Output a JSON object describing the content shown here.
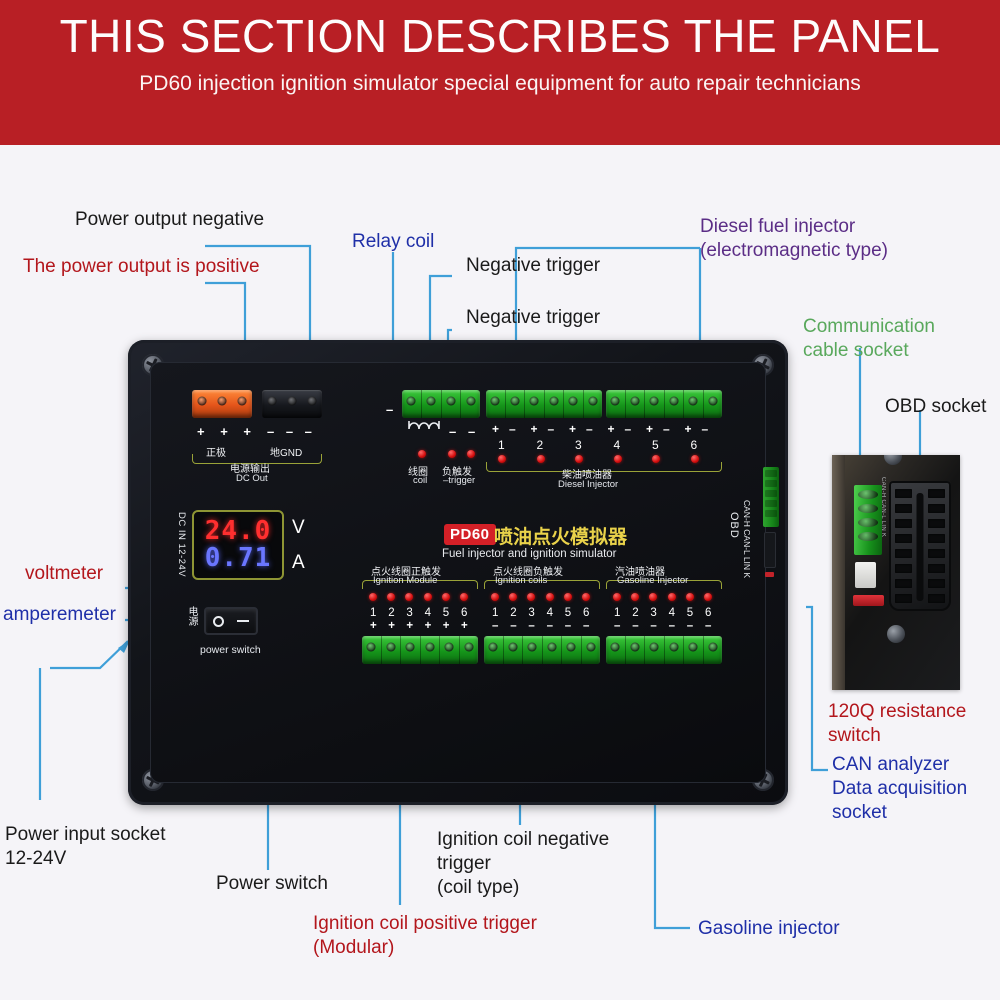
{
  "banner": {
    "title": "THIS SECTION DESCRIBES THE PANEL",
    "subtitle": "PD60 injection ignition simulator special equipment for auto repair technicians",
    "bg_color": "#b81f25",
    "text_color": "#ffffff"
  },
  "device": {
    "brand_badge": "PD60",
    "brand_cn": "喷油点火模拟器",
    "brand_en": "Fuel injector and ignition simulator",
    "dc_out": {
      "positive_signs": "+  +  +",
      "positive_cn": "正极",
      "negative_signs": "–  –  –",
      "negative_cn": "地GND",
      "group_cn": "电源输出",
      "group_en": "DC Out"
    },
    "relay": {
      "minus_left": "–",
      "coil_cn": "线圈",
      "coil_en": "coil",
      "trigger_cn": "负触发",
      "trigger_en": "–trigger",
      "trigger_signs": [
        "–",
        "–"
      ]
    },
    "diesel": {
      "group_cn": "柴油喷油器",
      "group_en": "Diesel Injector",
      "channels": [
        "1",
        "2",
        "3",
        "4",
        "5",
        "6"
      ],
      "pair_signs": [
        "+",
        "–"
      ]
    },
    "meter": {
      "voltage": "24.0",
      "voltage_unit": "V",
      "current": "0.71",
      "current_unit": "A",
      "voltage_color": "#ff2f2f",
      "current_color": "#6a76ff",
      "dc_in_label": "DC IN 12-24V"
    },
    "power": {
      "cn": "电源",
      "en": "power switch"
    },
    "obd_side": {
      "title": "OBD",
      "pins": "CAN-H CAN-L LIN K"
    },
    "bottom_groups": [
      {
        "cn": "点火线圈正触发",
        "en": "Ignition Module",
        "channels": [
          "1",
          "2",
          "3",
          "4",
          "5",
          "6"
        ],
        "sign": "+"
      },
      {
        "cn": "点火线圈负触发",
        "en": "Ignition coils",
        "channels": [
          "1",
          "2",
          "3",
          "4",
          "5",
          "6"
        ],
        "sign": "–"
      },
      {
        "cn": "汽油喷油器",
        "en": "Gasoline Injector",
        "channels": [
          "1",
          "2",
          "3",
          "4",
          "5",
          "6"
        ],
        "sign": "–"
      }
    ]
  },
  "inset": {
    "side_text": "CAN-H CAN-L LIN K"
  },
  "annotations": {
    "power_output_negative": "Power output negative",
    "power_output_positive": "The power output is positive",
    "relay_coil": "Relay coil",
    "negative_trigger_1": "Negative trigger",
    "negative_trigger_2": "Negative trigger",
    "diesel_fuel_injector": "Diesel fuel injector\n(electromagnetic type)",
    "communication_cable_socket": "Communication\ncable socket",
    "obd_socket": "OBD socket",
    "voltmeter": "voltmeter",
    "amperemeter": "amperemeter",
    "power_input_socket": "Power input socket\n12-24V",
    "power_switch": "Power switch",
    "ignition_coil_positive_trigger": "Ignition coil positive trigger\n(Modular)",
    "ignition_coil_negative_trigger": "Ignition coil negative\ntrigger\n(coil type)",
    "gasoline_injector": "Gasoline injector",
    "resistance_switch": "120Q resistance\nswitch",
    "can_analyzer": "CAN analyzer\nData acquisition\nsocket"
  },
  "colors": {
    "lead_line": "#3f9fd8",
    "black": "#1a1a1a",
    "red": "#b3161c",
    "blue": "#1f2fa8",
    "purple": "#5b2d86",
    "green": "#59a85c"
  }
}
